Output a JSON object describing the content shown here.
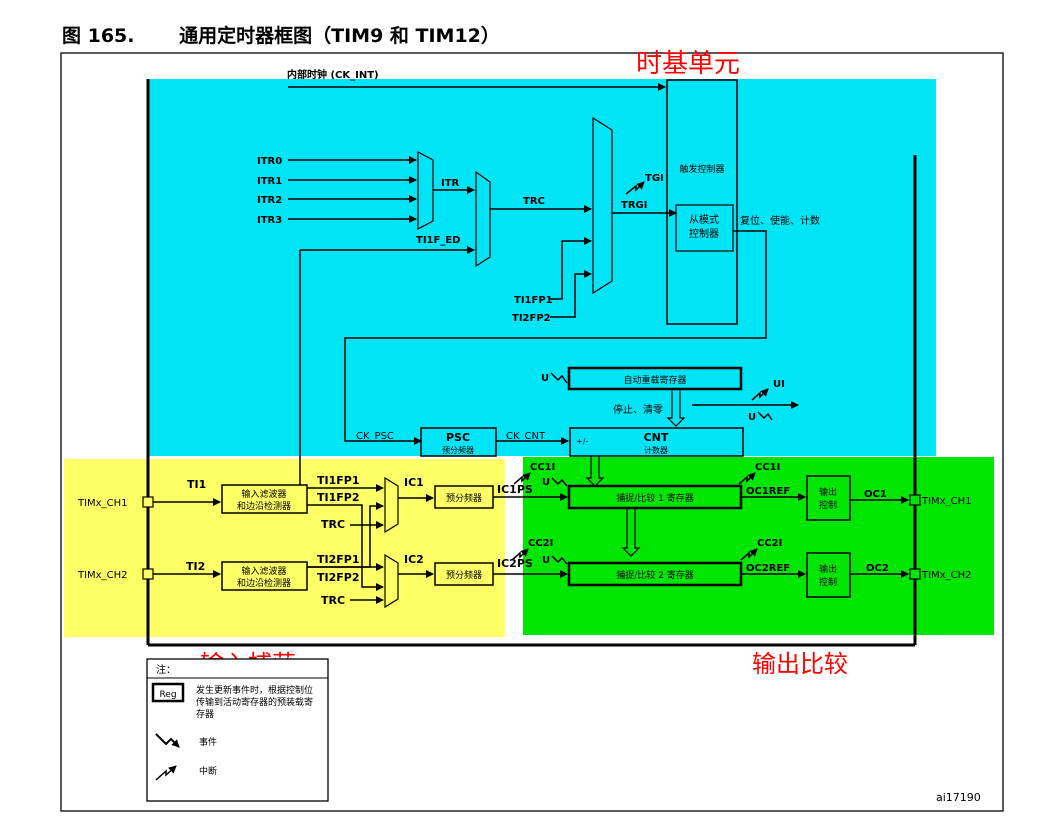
{
  "figure": {
    "number": "图 165.",
    "title": "通用定时器框图（TIM9 和 TIM12）",
    "figure_id": "ai17190"
  },
  "regions": {
    "time_base": "时基单元",
    "input_capture": "输入捕获",
    "output_compare": "输出比较"
  },
  "colors": {
    "time_base": "#00e5f5",
    "input_capture": "#ffff66",
    "output_compare": "#00e600",
    "region_label": "#ff0000"
  },
  "signals": {
    "ck_int": "内部时钟 (CK_INT)",
    "itr0": "ITR0",
    "itr1": "ITR1",
    "itr2": "ITR2",
    "itr3": "ITR3",
    "itr": "ITR",
    "trc": "TRC",
    "ti1f_ed": "TI1F_ED",
    "tgi": "TGI",
    "trgi": "TRGI",
    "ti1fp1": "TI1FP1",
    "ti2fp2": "TI2FP2",
    "reset_enable_count": "复位、使能、计数",
    "ck_psc": "CK_PSC",
    "ck_cnt": "CK_CNT",
    "u": "U",
    "ui": "UI",
    "stop_clear": "停止、清零",
    "timx_ch1": "TIMx_CH1",
    "timx_ch2": "TIMx_CH2",
    "ti1": "TI1",
    "ti2": "TI2",
    "ti1fp1_in": "TI1FP1",
    "ti1fp2_in": "TI1FP2",
    "ti2fp1_in": "TI2FP1",
    "ti2fp2_in": "TI2FP2",
    "trc1": "TRC",
    "trc2": "TRC",
    "ic1": "IC1",
    "ic2": "IC2",
    "ic1ps": "IC1PS",
    "ic2ps": "IC2PS",
    "cc1i_in": "CC1I",
    "cc2i_in": "CC2I",
    "cc1i_out": "CC1I",
    "cc2i_out": "CC2I",
    "oc1ref": "OC1REF",
    "oc2ref": "OC2REF",
    "oc1": "OC1",
    "oc2": "OC2",
    "timx_ch1_out": "TIMx_CH1",
    "timx_ch2_out": "TIMx_CH2"
  },
  "blocks": {
    "trigger_controller": "触发控制器",
    "slave_mode_1": "从模式",
    "slave_mode_2": "控制器",
    "auto_reload": "自动重载寄存器",
    "psc": "PSC",
    "psc_sub": "预分频器",
    "cnt": "CNT",
    "cnt_sub": "计数器",
    "cnt_pm": "+/-",
    "filter1_l1": "输入滤波器",
    "filter1_l2": "和边沿检测器",
    "filter2_l1": "输入滤波器",
    "filter2_l2": "和边沿检测器",
    "prescaler1": "预分频器",
    "prescaler2": "预分频器",
    "ccr1": "捕捉/比较 1 寄存器",
    "ccr2": "捕捉/比较 2 寄存器",
    "outctrl1_l1": "输出",
    "outctrl1_l2": "控制",
    "outctrl2_l1": "输出",
    "outctrl2_l2": "控制"
  },
  "legend": {
    "title": "注：",
    "reg_box": "Reg",
    "reg_desc_1": "发生更新事件时，根据控制位",
    "reg_desc_2": "传输到活动寄存器的预装载寄",
    "reg_desc_3": "存器",
    "event": "事件",
    "interrupt": "中断"
  }
}
